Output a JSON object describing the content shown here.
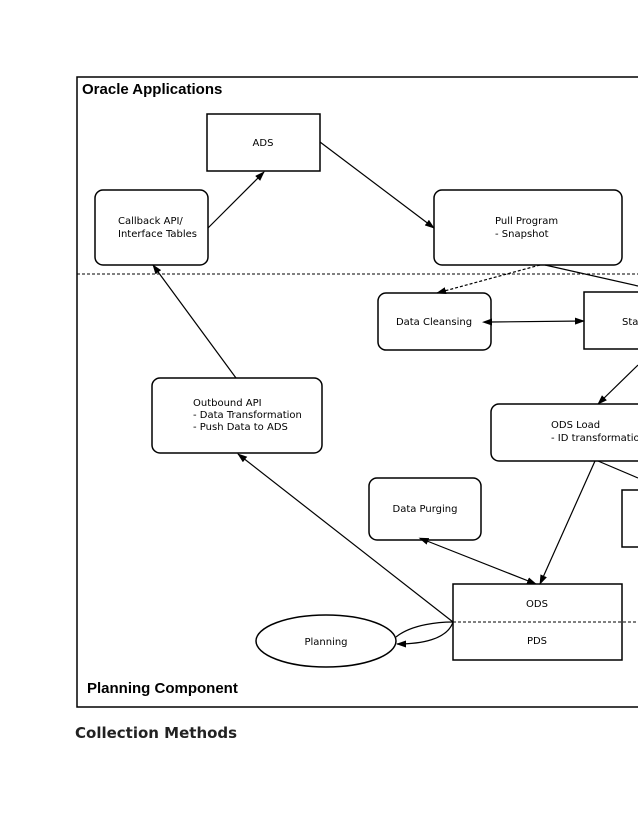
{
  "regions": {
    "top_label": "Oracle Applications",
    "bottom_label": "Planning Component"
  },
  "nodes": {
    "ads": "ADS",
    "callback_api": [
      "Callback API/",
      "Interface Tables"
    ],
    "pull_program": [
      "Pull Program",
      "- Snapshot"
    ],
    "data_cleansing": "Data Cleansing",
    "staging_partial": "Sta",
    "outbound_api": [
      "Outbound API",
      "- Data Transformation",
      "- Push Data to ADS"
    ],
    "ods_load": [
      "ODS Load",
      "- ID transformation"
    ],
    "data_purging": "Data Purging",
    "ods": "ODS",
    "pds": "PDS",
    "planning": "Planning"
  },
  "caption": "Collection Methods"
}
